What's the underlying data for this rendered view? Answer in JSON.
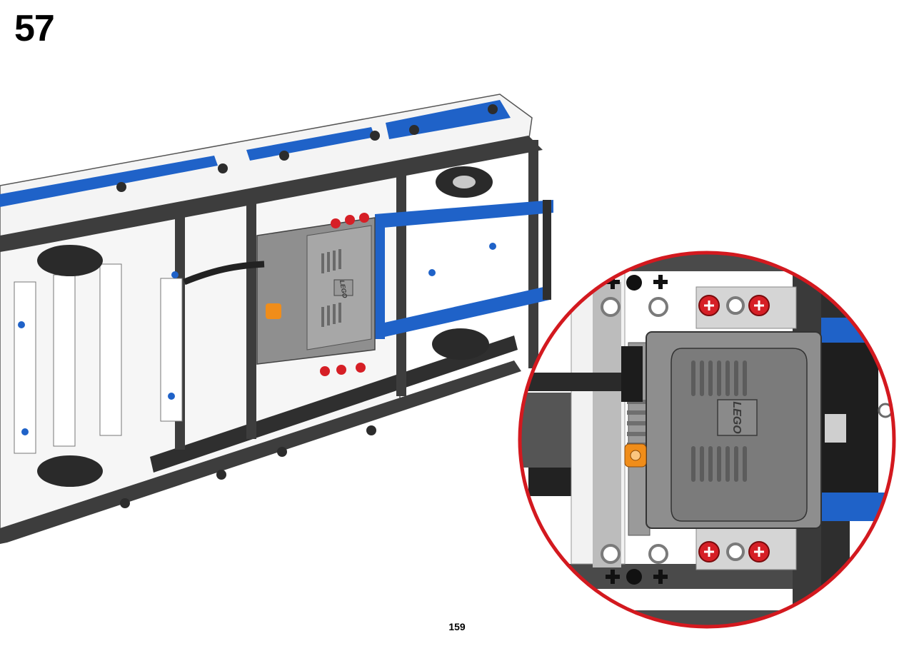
{
  "step": {
    "number": "57"
  },
  "page": {
    "number": "159"
  },
  "logo": {
    "text": "LEGO"
  },
  "colors": {
    "frame_dark": "#3a3a3a",
    "body_white": "#f2f2f2",
    "accent_blue": "#1f62c8",
    "motor_gray": "#8f8f8f",
    "pin_red": "#d61f26",
    "connector_orange": "#f08d1a",
    "callout_border": "#d3191f"
  }
}
